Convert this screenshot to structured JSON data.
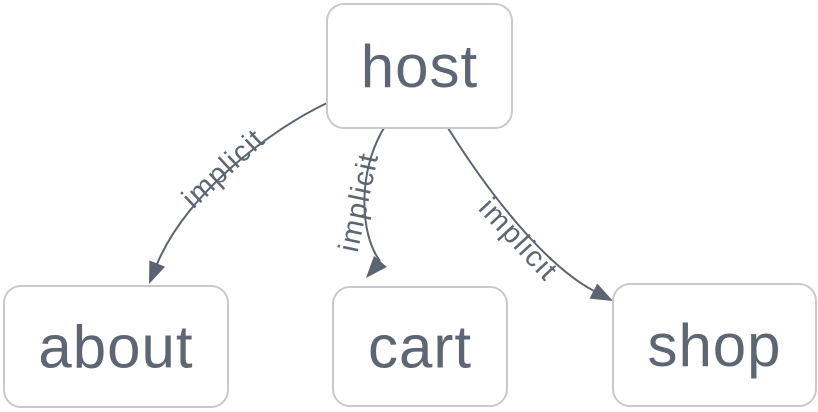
{
  "diagram": {
    "kind": "flowchart",
    "nodes": [
      {
        "id": "host",
        "label": "host"
      },
      {
        "id": "about",
        "label": "about"
      },
      {
        "id": "cart",
        "label": "cart"
      },
      {
        "id": "shop",
        "label": "shop"
      }
    ],
    "edges": [
      {
        "from": "host",
        "to": "about",
        "label": "implicit"
      },
      {
        "from": "host",
        "to": "cart",
        "label": "implicit"
      },
      {
        "from": "host",
        "to": "shop",
        "label": "implicit"
      }
    ],
    "colors": {
      "background": "#ffffff",
      "node_fill": "#ffffff",
      "node_border": "#c7c9cc",
      "node_text": "#5e6673",
      "edge_stroke": "#5b6472",
      "edge_label_text": "#5e6673"
    }
  }
}
